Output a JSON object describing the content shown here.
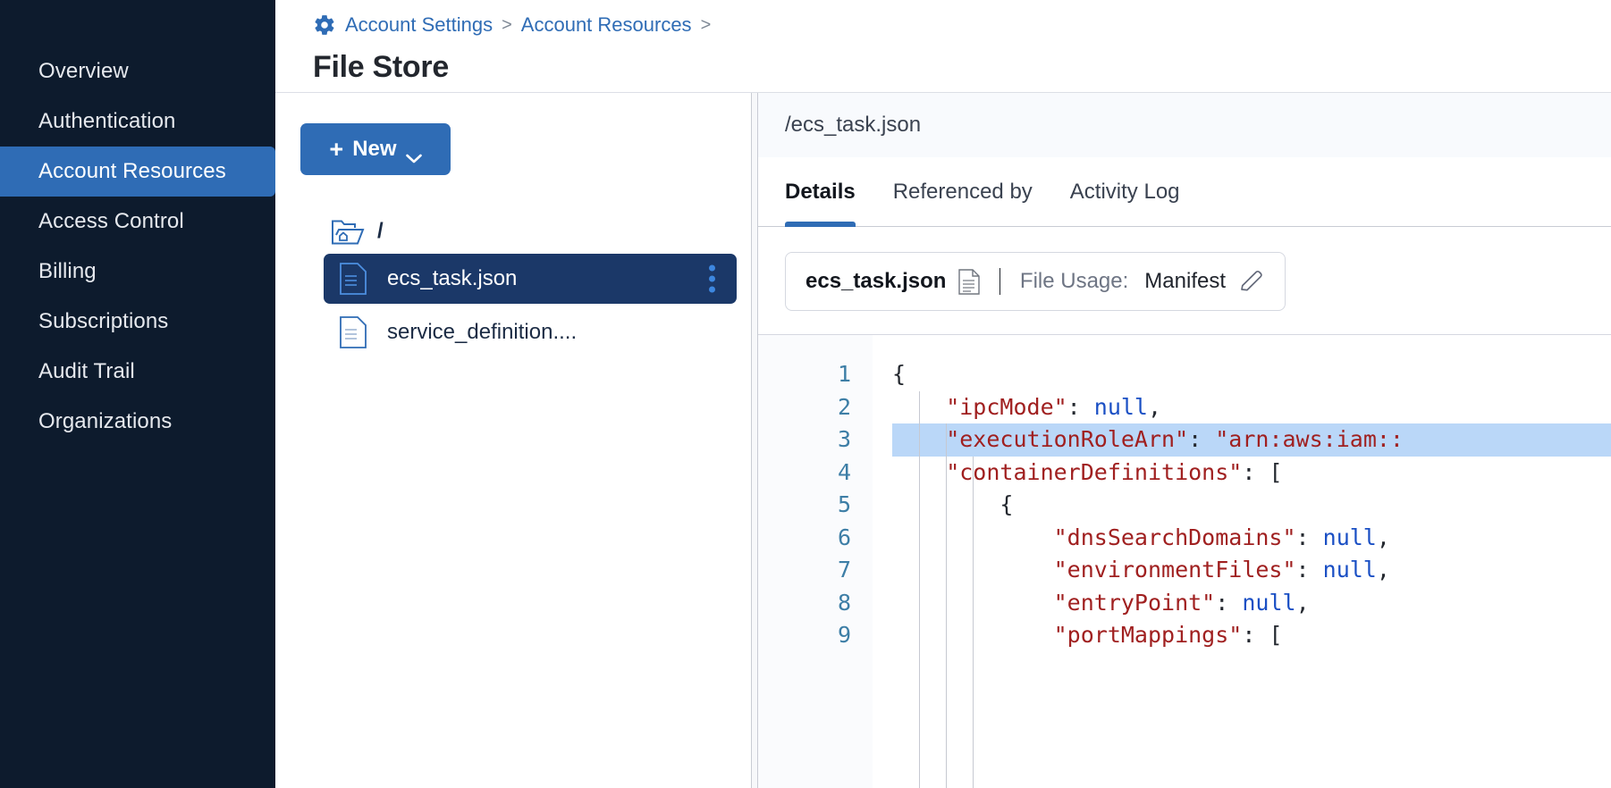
{
  "sidebar": {
    "items": [
      {
        "label": "Overview",
        "active": false
      },
      {
        "label": "Authentication",
        "active": false
      },
      {
        "label": "Account Resources",
        "active": true
      },
      {
        "label": "Access Control",
        "active": false
      },
      {
        "label": "Billing",
        "active": false
      },
      {
        "label": "Subscriptions",
        "active": false
      },
      {
        "label": "Audit Trail",
        "active": false
      },
      {
        "label": "Organizations",
        "active": false
      }
    ]
  },
  "header": {
    "gear_icon": "gear-icon",
    "breadcrumb": [
      {
        "label": "Account Settings",
        "sep": ">"
      },
      {
        "label": "Account Resources",
        "sep": ">"
      }
    ],
    "title": "File Store"
  },
  "filepane": {
    "new_button": {
      "label": "New",
      "plus": "+",
      "chevron": "chevron-down-icon"
    },
    "root": {
      "label": "/",
      "icon": "folder-home-icon"
    },
    "items": [
      {
        "label": "ecs_task.json",
        "icon": "file-json-icon",
        "selected": true,
        "menu": "kebab-menu-icon"
      },
      {
        "label": "service_definition....",
        "icon": "file-json-icon",
        "selected": false
      }
    ]
  },
  "detail": {
    "path": "/ecs_task.json",
    "tabs": [
      {
        "label": "Details",
        "active": true
      },
      {
        "label": "Referenced by",
        "active": false
      },
      {
        "label": "Activity Log",
        "active": false
      }
    ],
    "info": {
      "filename": "ecs_task.json",
      "file_icon": "document-icon",
      "usage_label": "File Usage:",
      "usage_value": "Manifest",
      "edit_icon": "pencil-icon"
    }
  },
  "code": {
    "highlight_line": 3,
    "lines": [
      {
        "num": 1,
        "tokens": [
          {
            "t": "{",
            "c": "p"
          }
        ],
        "indent": 0
      },
      {
        "num": 2,
        "tokens": [
          {
            "t": "    \"ipcMode\"",
            "c": "k"
          },
          {
            "t": ": ",
            "c": "p"
          },
          {
            "t": "null",
            "c": "n"
          },
          {
            "t": ",",
            "c": "p"
          }
        ],
        "indent": 1
      },
      {
        "num": 3,
        "tokens": [
          {
            "t": "    \"executionRoleArn\"",
            "c": "k"
          },
          {
            "t": ": ",
            "c": "p"
          },
          {
            "t": "\"arn:aws:iam::",
            "c": "k"
          }
        ],
        "indent": 1
      },
      {
        "num": 4,
        "tokens": [
          {
            "t": "    \"containerDefinitions\"",
            "c": "k"
          },
          {
            "t": ": [",
            "c": "p"
          }
        ],
        "indent": 1
      },
      {
        "num": 5,
        "tokens": [
          {
            "t": "        {",
            "c": "p"
          }
        ],
        "indent": 2
      },
      {
        "num": 6,
        "tokens": [
          {
            "t": "            \"dnsSearchDomains\"",
            "c": "k"
          },
          {
            "t": ": ",
            "c": "p"
          },
          {
            "t": "null",
            "c": "n"
          },
          {
            "t": ",",
            "c": "p"
          }
        ],
        "indent": 3
      },
      {
        "num": 7,
        "tokens": [
          {
            "t": "            \"environmentFiles\"",
            "c": "k"
          },
          {
            "t": ": ",
            "c": "p"
          },
          {
            "t": "null",
            "c": "n"
          },
          {
            "t": ",",
            "c": "p"
          }
        ],
        "indent": 3
      },
      {
        "num": 8,
        "tokens": [
          {
            "t": "            \"entryPoint\"",
            "c": "k"
          },
          {
            "t": ": ",
            "c": "p"
          },
          {
            "t": "null",
            "c": "n"
          },
          {
            "t": ",",
            "c": "p"
          }
        ],
        "indent": 3
      },
      {
        "num": 9,
        "tokens": [
          {
            "t": "            \"portMappings\"",
            "c": "k"
          },
          {
            "t": ": [",
            "c": "p"
          }
        ],
        "indent": 3
      }
    ]
  },
  "colors": {
    "sidebar_bg": "#0d1b2d",
    "accent_blue": "#2f6cb5",
    "selected_file_bg": "#1b3868",
    "code_highlight": "#bad7f8",
    "json_key": "#a02020",
    "json_null": "#1a4fc4",
    "line_number": "#3d7ea6"
  }
}
